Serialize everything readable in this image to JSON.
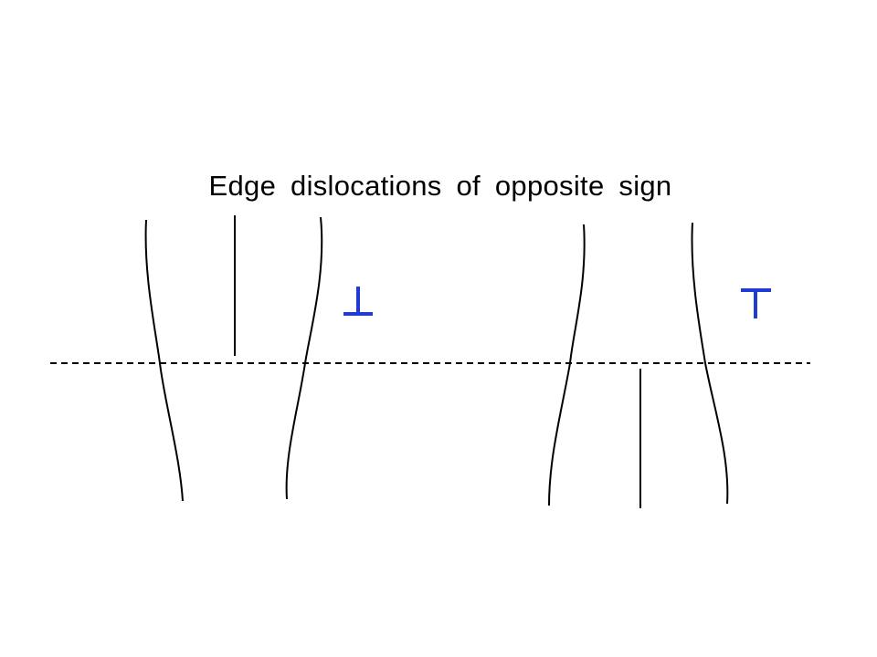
{
  "title": "Edge dislocations of opposite sign",
  "colors": {
    "lines": "#000000",
    "symbol": "#1f3bd6",
    "background": "#ffffff"
  },
  "dislocations": [
    {
      "sign": "positive",
      "symbol": "inverted-tee",
      "half_plane": "above-slip-plane"
    },
    {
      "sign": "negative",
      "symbol": "tee",
      "half_plane": "below-slip-plane"
    }
  ]
}
